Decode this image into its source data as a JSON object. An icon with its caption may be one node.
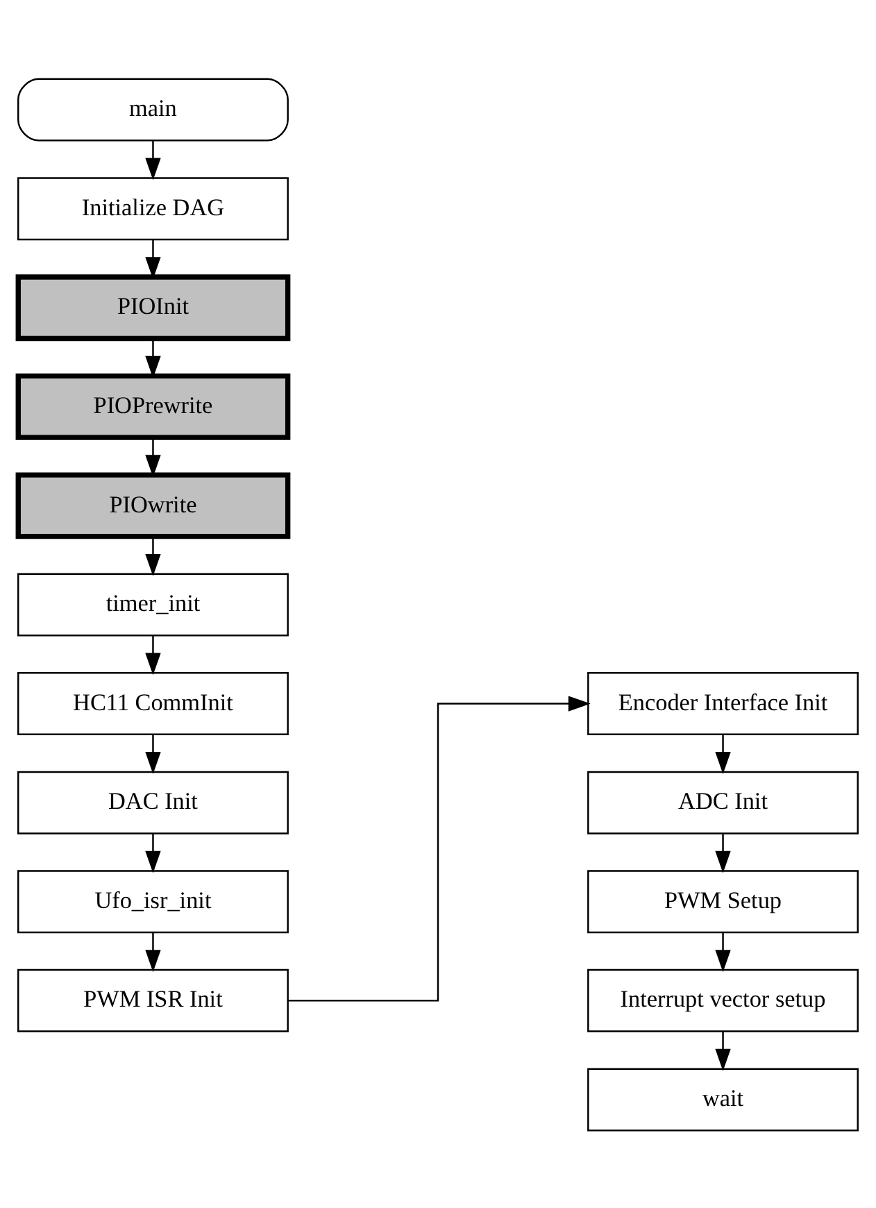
{
  "diagram": {
    "nodes": [
      {
        "text": [
          "main"
        ]
      },
      {
        "text": [
          "Initialize DAG"
        ]
      },
      {
        "text": [
          "PIOInit"
        ]
      },
      {
        "text": [
          "PIOPrewrite"
        ]
      },
      {
        "text": [
          "PIOwrite"
        ]
      },
      {
        "text": [
          "timer_init"
        ]
      },
      {
        "text": [
          "HC11 CommInit"
        ]
      },
      {
        "text": [
          "DAC Init"
        ]
      },
      {
        "text": [
          "Ufo_isr_init"
        ]
      },
      {
        "text": [
          "PWM ISR Init"
        ]
      },
      {
        "text": [
          "Encoder Interface Init"
        ]
      },
      {
        "text": [
          "ADC Init"
        ]
      },
      {
        "text": [
          "PWM Setup"
        ]
      },
      {
        "text": [
          "Interrupt vector setup"
        ]
      },
      {
        "text": [
          "wait"
        ]
      }
    ],
    "edges": [
      {
        "from": 0,
        "to": 1,
        "arrow": "to"
      },
      {
        "from": 1,
        "to": 2,
        "arrow": "to"
      },
      {
        "from": 2,
        "to": 3,
        "arrow": "to"
      },
      {
        "from": 3,
        "to": 4,
        "arrow": "to"
      },
      {
        "from": 4,
        "to": 5,
        "arrow": "to"
      },
      {
        "from": 5,
        "to": 6,
        "arrow": "to"
      },
      {
        "from": 6,
        "to": 7,
        "arrow": "to"
      },
      {
        "from": 7,
        "to": 8,
        "arrow": "to"
      },
      {
        "from": 8,
        "to": 9,
        "arrow": "to"
      },
      {
        "from": 9,
        "to": 10,
        "arrow": "to"
      },
      {
        "from": 10,
        "to": 11,
        "arrow": "to"
      },
      {
        "from": 11,
        "to": 12,
        "arrow": "to"
      },
      {
        "from": 12,
        "to": 13,
        "arrow": "to"
      },
      {
        "from": 13,
        "to": 14,
        "arrow": "to"
      }
    ]
  }
}
